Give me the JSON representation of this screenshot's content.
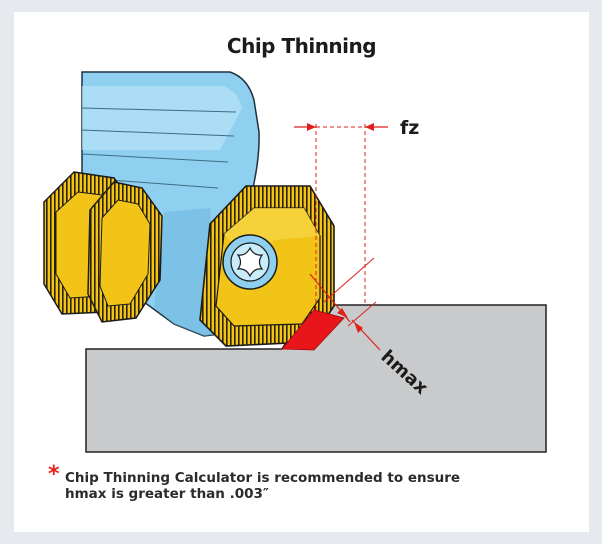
{
  "diagram": {
    "title": "Chip Thinning",
    "feed_label": "fz",
    "hmax_label": "hmax"
  },
  "footnote": {
    "marker": "*",
    "text_line1": "Chip Thinning Calculator is recommended to ensure",
    "text_line2": "hmax is greater than .003″"
  },
  "colors": {
    "background": "#e6e9ee",
    "cutter_body": "#8fd0f0",
    "insert": "#f2c417",
    "workpiece": "#c8cacc",
    "chip": "#e8161b",
    "dimension_lines": "#e0201b"
  }
}
